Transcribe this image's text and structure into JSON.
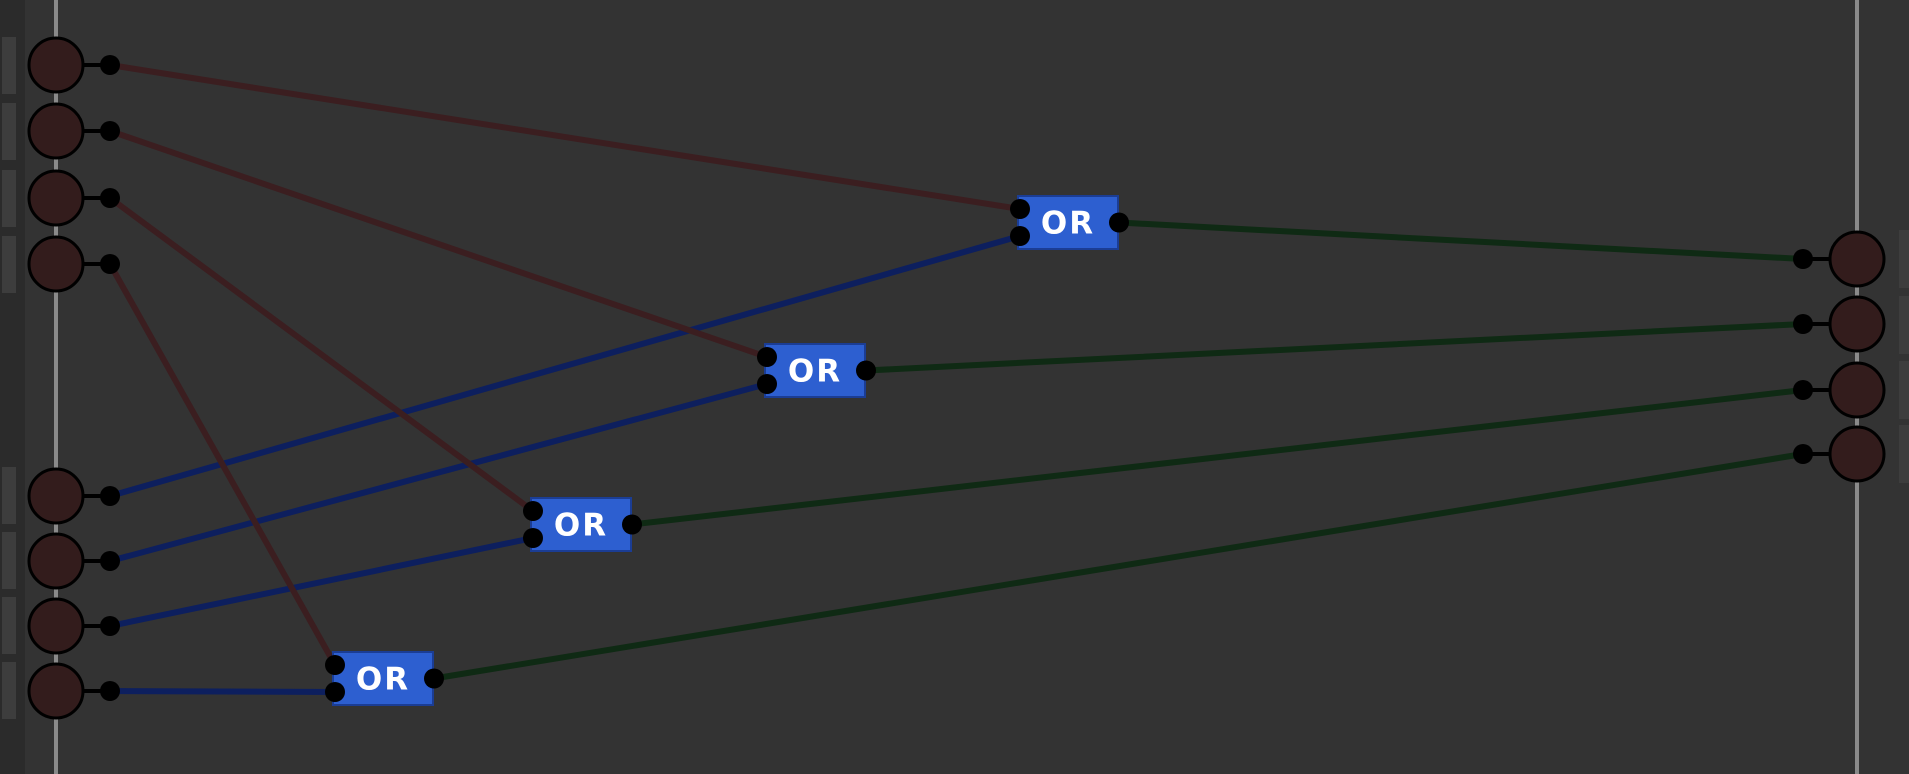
{
  "colors": {
    "background": "#333333",
    "side_strip": "#2b2b2b",
    "side_rail": "#8a8a8a",
    "tab": "#3d3d3d",
    "pin_fill": "#331c1c",
    "pin_stroke": "#000000",
    "port": "#000000",
    "wire_off": "#3b1e20",
    "wire_on": "#0d1f5e",
    "wire_out": "#0f2a14",
    "gate_fill": "#2d5fd0",
    "gate_stroke": "#1b3d94",
    "gate_text": "#ffffff"
  },
  "inputs": [
    {
      "id": "in-0"
    },
    {
      "id": "in-1"
    },
    {
      "id": "in-2"
    },
    {
      "id": "in-3"
    },
    {
      "id": "in-4"
    },
    {
      "id": "in-5"
    },
    {
      "id": "in-6"
    },
    {
      "id": "in-7"
    }
  ],
  "outputs": [
    {
      "id": "out-0"
    },
    {
      "id": "out-1"
    },
    {
      "id": "out-2"
    },
    {
      "id": "out-3"
    }
  ],
  "gates": [
    {
      "id": "or-gate-0",
      "label": "OR"
    },
    {
      "id": "or-gate-1",
      "label": "OR"
    },
    {
      "id": "or-gate-2",
      "label": "OR"
    },
    {
      "id": "or-gate-3",
      "label": "OR"
    }
  ],
  "wires": [
    {
      "from": "in-0",
      "to": "or-gate-0",
      "to_port": 0,
      "state": "off"
    },
    {
      "from": "in-4",
      "to": "or-gate-0",
      "to_port": 1,
      "state": "on"
    },
    {
      "from": "in-1",
      "to": "or-gate-1",
      "to_port": 0,
      "state": "off"
    },
    {
      "from": "in-5",
      "to": "or-gate-1",
      "to_port": 1,
      "state": "on"
    },
    {
      "from": "in-2",
      "to": "or-gate-2",
      "to_port": 0,
      "state": "off"
    },
    {
      "from": "in-6",
      "to": "or-gate-2",
      "to_port": 1,
      "state": "on"
    },
    {
      "from": "in-3",
      "to": "or-gate-3",
      "to_port": 0,
      "state": "off"
    },
    {
      "from": "in-7",
      "to": "or-gate-3",
      "to_port": 1,
      "state": "on"
    },
    {
      "from": "or-gate-0",
      "to": "out-0",
      "state": "out"
    },
    {
      "from": "or-gate-1",
      "to": "out-1",
      "state": "out"
    },
    {
      "from": "or-gate-2",
      "to": "out-2",
      "state": "out"
    },
    {
      "from": "or-gate-3",
      "to": "out-3",
      "state": "out"
    }
  ]
}
